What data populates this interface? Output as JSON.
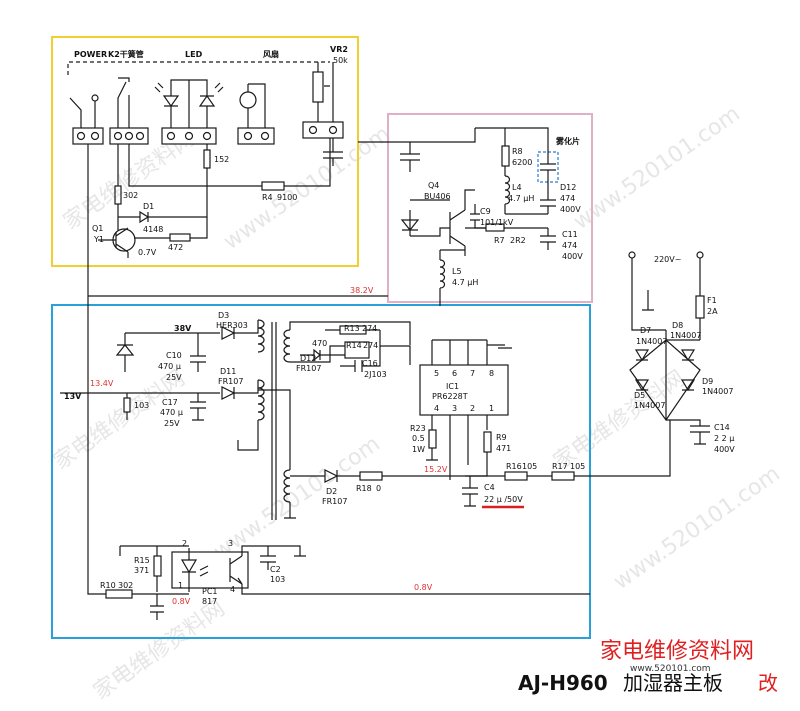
{
  "colors": {
    "wire": "#1a1a1a",
    "fan_led_box": "#f0d030",
    "oscillator_box": "#e0b0c8",
    "power_box": "#2aa0d8",
    "voltage_text": "#d33333",
    "highlight_underline": "#d82020",
    "footer_red": "#e02020",
    "watermark": "#b8b8b8"
  },
  "watermark": {
    "text": "www.520101.com",
    "site_cn": "家电维修资料网"
  },
  "footer": {
    "site_name": "家电维修资料网",
    "site_url": "www.520101.com",
    "title_model": "AJ-H960",
    "title_device": "加湿器主板",
    "title_mark": "改"
  },
  "top_box": {
    "labels": {
      "power": "POWER",
      "k2": "K2干簧管",
      "led": "LED",
      "fan": "风扇",
      "vr2": "VR2",
      "vr2_val": "50k",
      "r152": "152",
      "r302": "302",
      "r4": "R4",
      "r4_val": "9100",
      "d1": "D1",
      "d1_val": "4148",
      "q1": "Q1",
      "q1_type": "Y1",
      "q1_volt": "0.7V",
      "r472": "472"
    }
  },
  "osc_box": {
    "labels": {
      "r8": "R8",
      "r8_val": "6200",
      "atomizer": "雾化片",
      "d12": "D12",
      "d12_val1": "474",
      "d12_val2": "400V",
      "l4": "L4",
      "l4_val": "4.7 μH",
      "q4": "Q4",
      "q4_type": "BU406",
      "c9": "C9",
      "c9_val": "101/1kV",
      "r7": "R7",
      "r7_val": "2R2",
      "c11": "C11",
      "c11_val1": "474",
      "c11_val2": "400V",
      "l5": "L5",
      "l5_val": "4.7 μH"
    }
  },
  "power_box": {
    "voltages": {
      "v38_2": "38.2V",
      "v13_4": "13.4V",
      "v15_2": "15.2V",
      "v0_8a": "0.8V",
      "v0_8b": "0.8V"
    },
    "labels": {
      "d3": "D3",
      "d3_val": "HER303",
      "v38": "38V",
      "c10": "C10",
      "c10_val1": "470 μ",
      "c10_val2": "25V",
      "d11": "D11",
      "d11_val": "FR107",
      "c17": "C17",
      "c17_val1": "470 μ",
      "c17_val2": "25V",
      "v13": "13V",
      "r103": "103",
      "r470": "470",
      "r13": "R13",
      "r13_val": "274",
      "r14": "R14",
      "r14_val": "274",
      "d12": "D12",
      "d12_val": "FR107",
      "c16": "C16",
      "c16_val": "2J103",
      "ic1": "IC1",
      "ic1_type": "PR6228T",
      "pin5": "5",
      "pin6": "6",
      "pin7": "7",
      "pin8": "8",
      "pin4": "4",
      "pin3": "3",
      "pin2": "2",
      "pin1": "1",
      "r23": "R23",
      "r23_val1": "0.5",
      "r23_val2": "1W",
      "r9": "R9",
      "r9_val": "471",
      "d2": "D2",
      "d2_val": "FR107",
      "r18": "R18",
      "r18_val": "0",
      "c4": "C4",
      "c4_val": "22 μ /50V",
      "r16": "R16",
      "r16_val": "105",
      "r17": "R17",
      "r17_val": "105",
      "r15": "R15",
      "r15_val": "371",
      "pc1": "PC1",
      "pc1_type": "817",
      "pc_pin1": "1",
      "pc_pin2": "2",
      "pc_pin3": "3",
      "pc_pin4": "4",
      "c2": "C2",
      "c2_val": "103",
      "r10": "R10",
      "r10_val": "302"
    }
  },
  "input_section": {
    "labels": {
      "ac_in": "220V~",
      "f1": "F1",
      "f1_val": "2A",
      "d7": "D7",
      "d7_val": "1N4007",
      "d8": "D8",
      "d8_val": "1N4007",
      "d5": "D5",
      "d5_val": "1N4007",
      "d9": "D9",
      "d9_val": "1N4007",
      "c14": "C14",
      "c14_val1": "2 2 μ",
      "c14_val2": "400V"
    }
  }
}
